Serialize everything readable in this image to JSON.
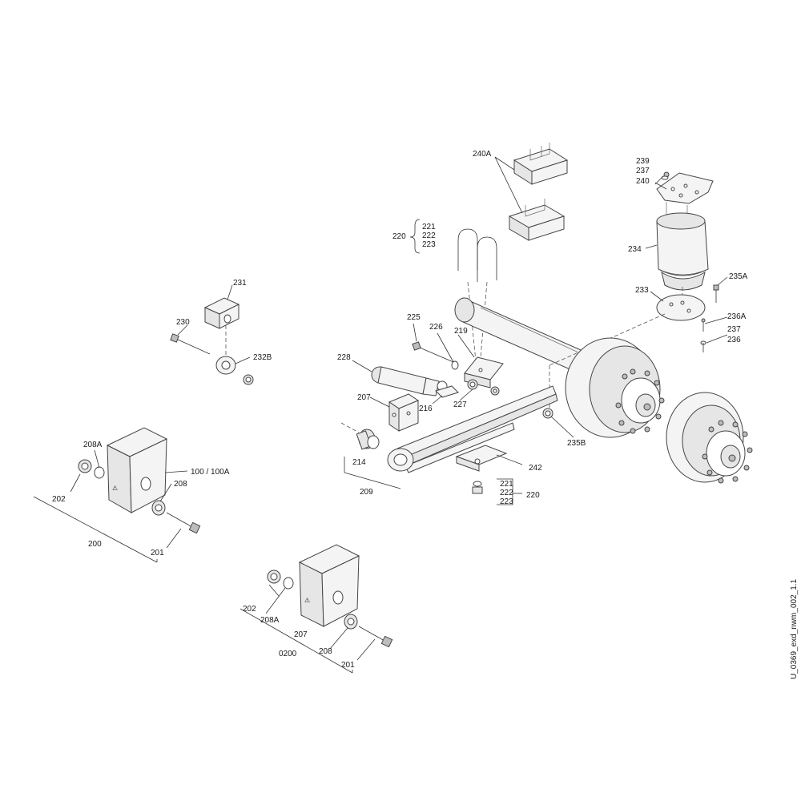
{
  "drawing_code": "U_0369_exd_nwm_002_1.1",
  "labels": {
    "l240A": "240A",
    "l239": "239",
    "l237a": "237",
    "l240": "240",
    "l221a": "221",
    "l222a": "222",
    "l223a": "223",
    "l220a": "220",
    "l234": "234",
    "l235A": "235A",
    "l233": "233",
    "l236A": "236A",
    "l237b": "237",
    "l236": "236",
    "l231": "231",
    "l230": "230",
    "l232B": "232B",
    "l225": "225",
    "l226": "226",
    "l219": "219",
    "l228": "228",
    "l207a": "207",
    "l216": "216",
    "l227": "227",
    "l235B": "235B",
    "l214": "214",
    "l209": "209",
    "l242": "242",
    "l221b": "221",
    "l222b": "222",
    "l223b": "223",
    "l220b": "220",
    "l208Aa": "208A",
    "l100": "100 / 100A",
    "l202a": "202",
    "l208a": "208",
    "l200": "200",
    "l201a": "201",
    "l202b": "202",
    "l208Ab": "208A",
    "l207b": "207",
    "l208b": "208",
    "l0200": "0200",
    "l201b": "201"
  }
}
